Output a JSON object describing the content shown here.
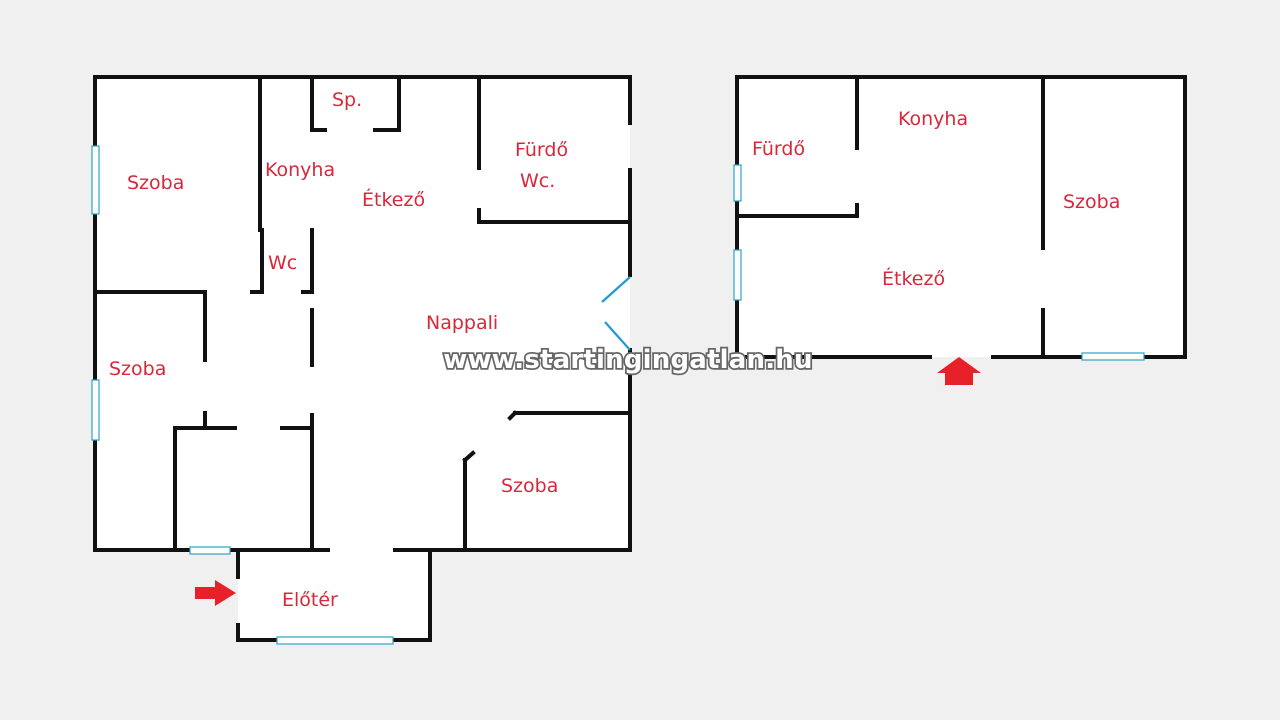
{
  "rooms": {
    "szoba_top_left": "Szoba",
    "konyha_main": "Konyha",
    "sp": "Sp.",
    "etkezo_main": "Étkező",
    "furdo_main": "Fürdő",
    "wc_bath": "Wc.",
    "wc_small": "Wc",
    "szoba_mid_left": "Szoba",
    "nappali": "Nappali",
    "szoba_bottom_right": "Szoba",
    "eloter": "Előtér",
    "furdo_annex": "Fürdő",
    "konyha_annex": "Konyha",
    "szoba_annex": "Szoba",
    "etkezo_annex": "Étkező"
  },
  "watermark": "www.startingingatlan.hu",
  "colors": {
    "label": "#d8283a",
    "wall": "#111111",
    "window": "#2aa3c6",
    "door": "#1e9bd6",
    "arrow": "#e8202a",
    "background": "#f0f0f0",
    "floor": "#ffffff"
  },
  "icons": {
    "entrance_main": "arrow-right-icon",
    "entrance_annex": "arrow-up-icon"
  }
}
